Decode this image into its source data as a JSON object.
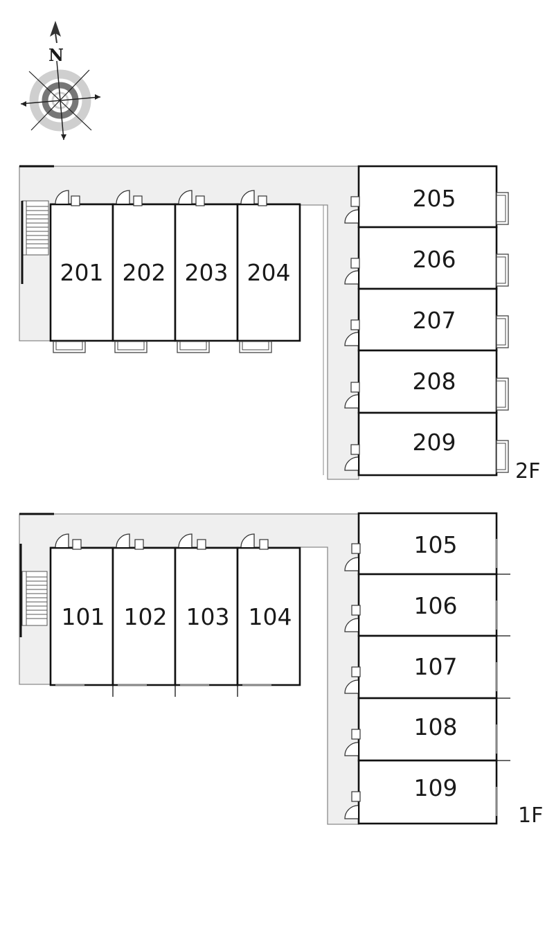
{
  "compass": {
    "north_label": "N"
  },
  "floors": [
    {
      "floor_label": "2F",
      "west_rooms": [
        "201",
        "202",
        "203",
        "204"
      ],
      "east_rooms": [
        "205",
        "206",
        "207",
        "208",
        "209"
      ]
    },
    {
      "floor_label": "1F",
      "west_rooms": [
        "101",
        "102",
        "103",
        "104"
      ],
      "east_rooms": [
        "105",
        "106",
        "107",
        "108",
        "109"
      ]
    }
  ]
}
